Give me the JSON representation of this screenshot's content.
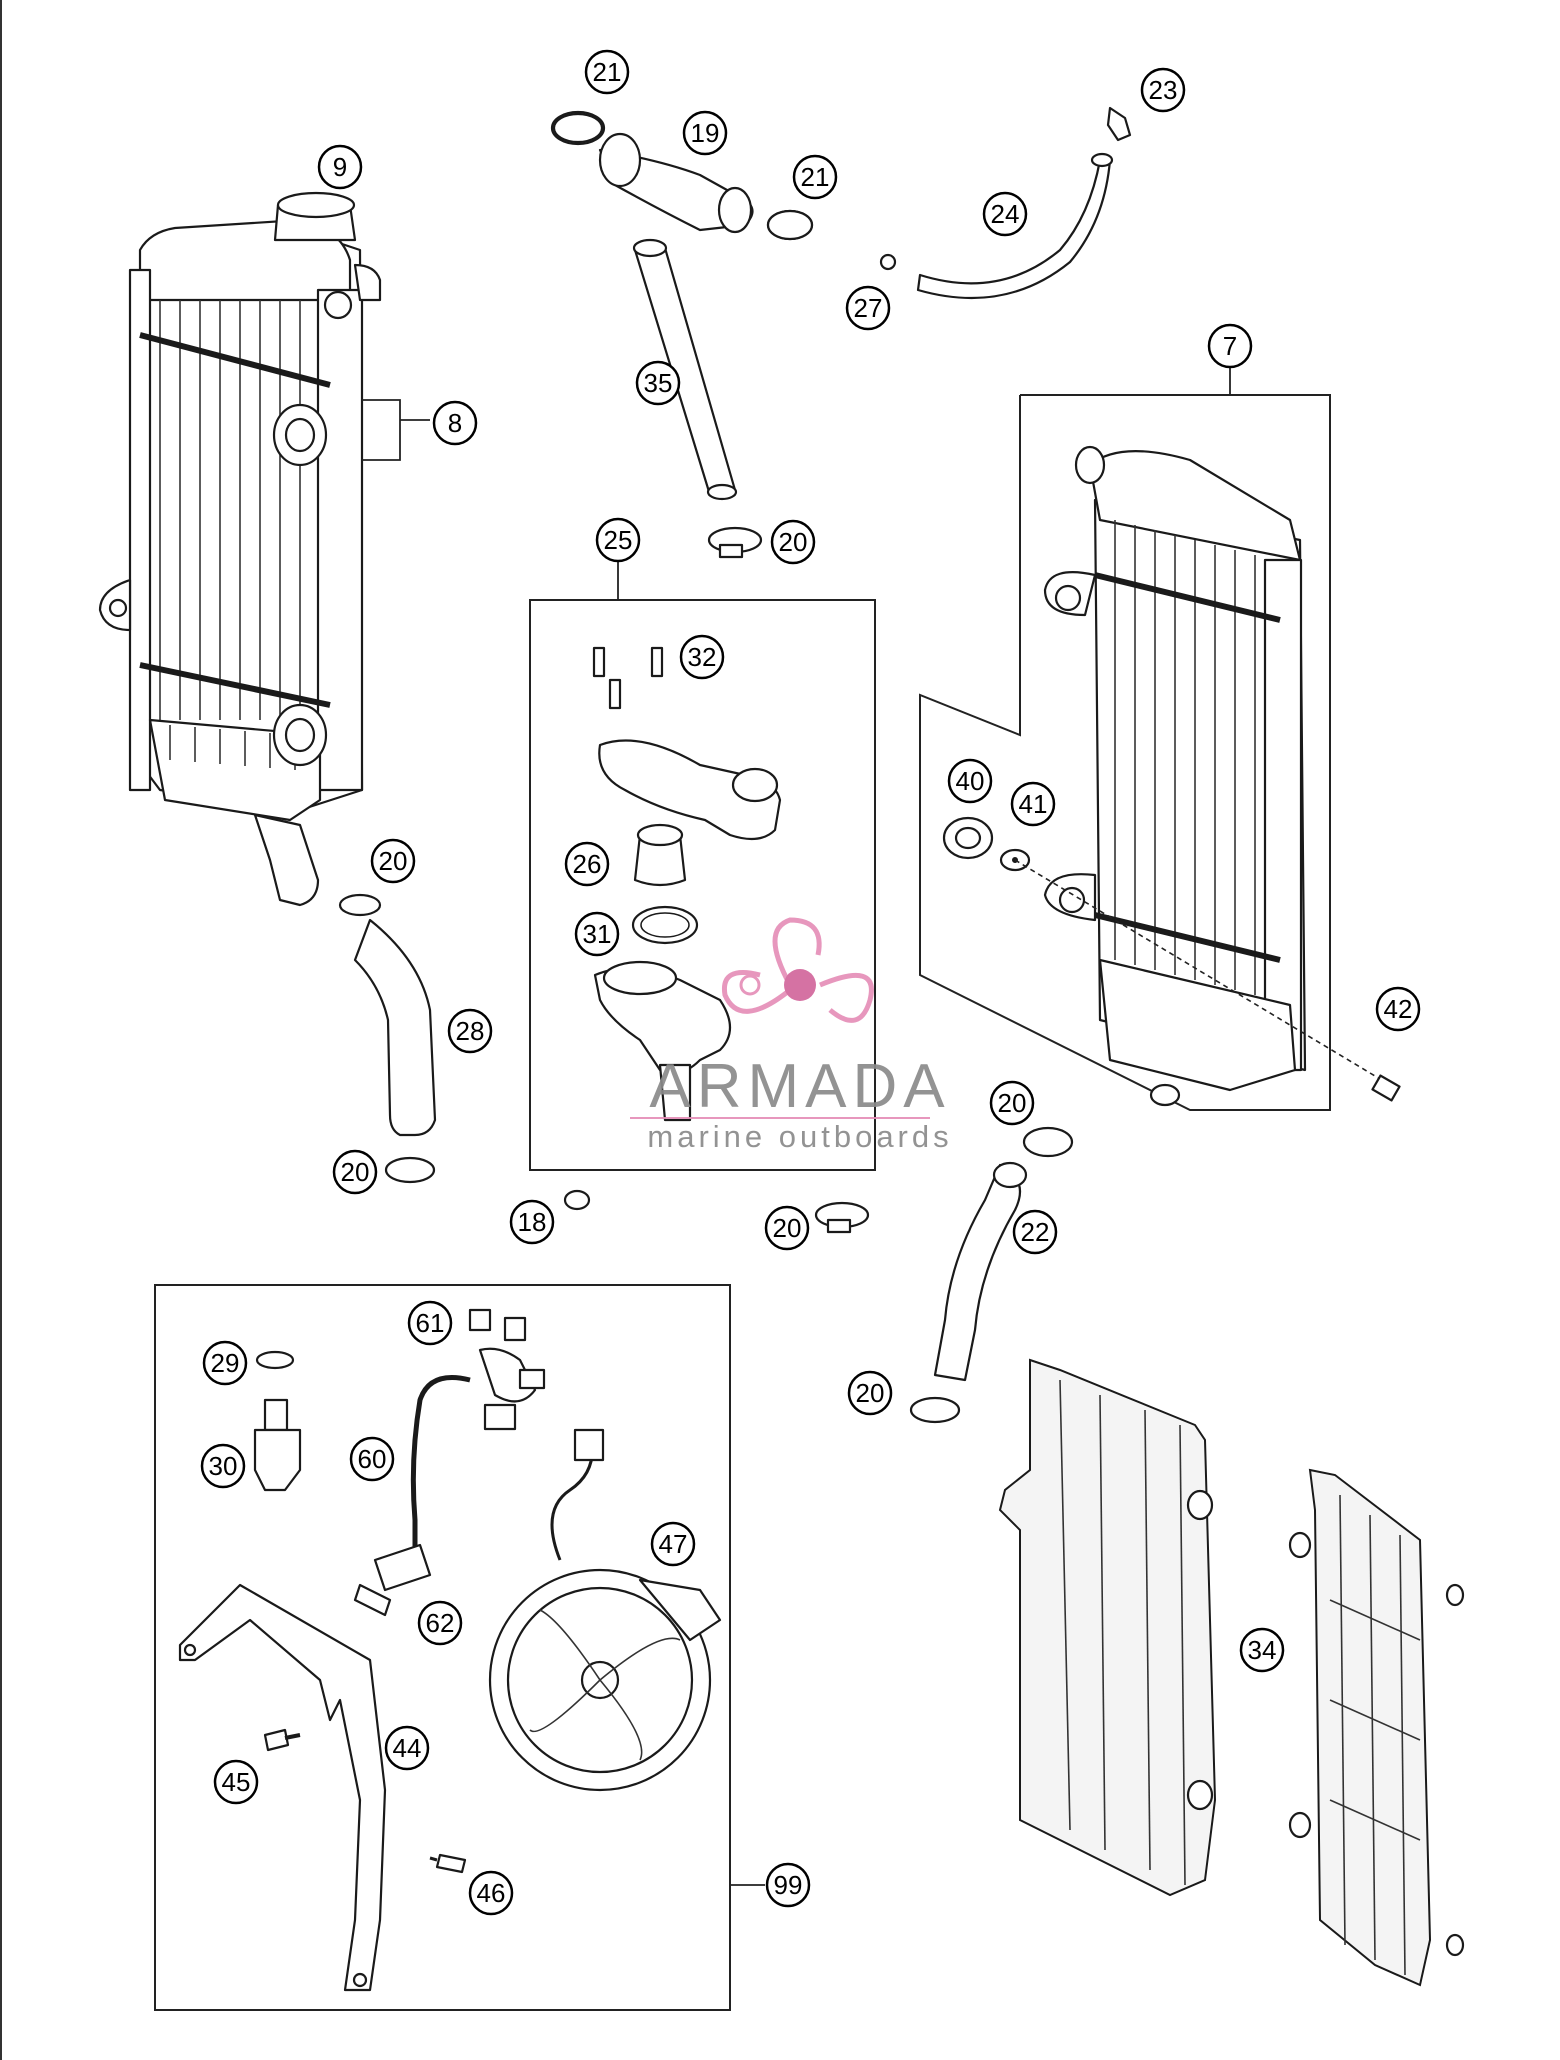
{
  "callouts": [
    {
      "id": "c21a",
      "label": "21"
    },
    {
      "id": "c19",
      "label": "19"
    },
    {
      "id": "c21b",
      "label": "21"
    },
    {
      "id": "c23",
      "label": "23"
    },
    {
      "id": "c24",
      "label": "24"
    },
    {
      "id": "c27",
      "label": "27"
    },
    {
      "id": "c9",
      "label": "9"
    },
    {
      "id": "c8",
      "label": "8"
    },
    {
      "id": "c35",
      "label": "35"
    },
    {
      "id": "c7",
      "label": "7"
    },
    {
      "id": "c25",
      "label": "25"
    },
    {
      "id": "c20a",
      "label": "20"
    },
    {
      "id": "c32",
      "label": "32"
    },
    {
      "id": "c40",
      "label": "40"
    },
    {
      "id": "c41",
      "label": "41"
    },
    {
      "id": "c20b",
      "label": "20"
    },
    {
      "id": "c26",
      "label": "26"
    },
    {
      "id": "c31",
      "label": "31"
    },
    {
      "id": "c28",
      "label": "28"
    },
    {
      "id": "c42",
      "label": "42"
    },
    {
      "id": "c20c",
      "label": "20"
    },
    {
      "id": "c20d",
      "label": "20"
    },
    {
      "id": "c22",
      "label": "22"
    },
    {
      "id": "c18",
      "label": "18"
    },
    {
      "id": "c20e",
      "label": "20"
    },
    {
      "id": "c61",
      "label": "61"
    },
    {
      "id": "c29",
      "label": "29"
    },
    {
      "id": "c20f",
      "label": "20"
    },
    {
      "id": "c30",
      "label": "30"
    },
    {
      "id": "c60",
      "label": "60"
    },
    {
      "id": "c47",
      "label": "47"
    },
    {
      "id": "c62",
      "label": "62"
    },
    {
      "id": "c34",
      "label": "34"
    },
    {
      "id": "c44",
      "label": "44"
    },
    {
      "id": "c45",
      "label": "45"
    },
    {
      "id": "c46",
      "label": "46"
    },
    {
      "id": "c99",
      "label": "99"
    }
  ],
  "watermark": {
    "brand": "ARMADA",
    "tagline": "marine outboards",
    "colors": {
      "logo": "#e58fb8",
      "logo_dark": "#d2679c",
      "text": "#8a8a8a"
    }
  }
}
